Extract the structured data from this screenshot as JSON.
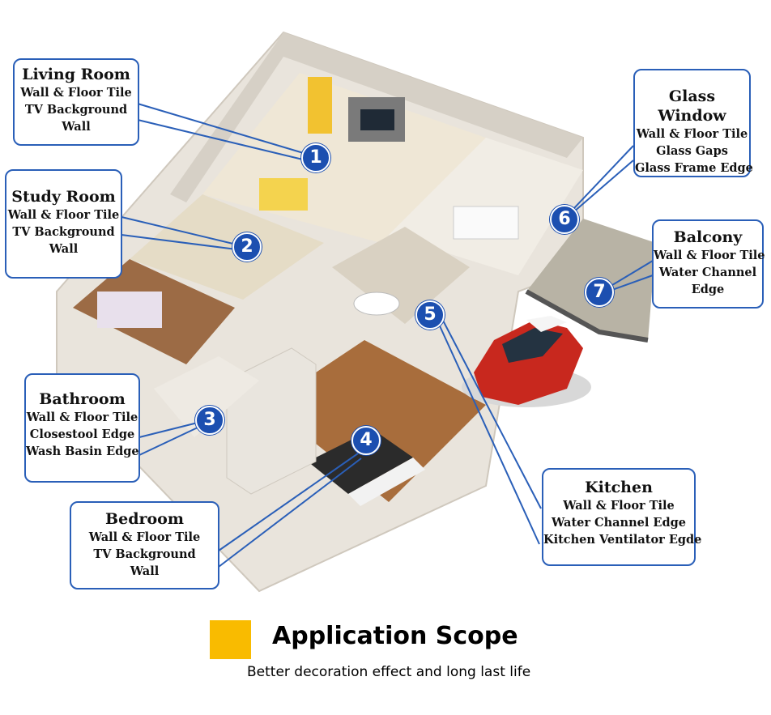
{
  "callouts": [
    {
      "marker": "1",
      "title": "Living Room",
      "lines": [
        "Wall & Floor Tile",
        "TV Background",
        "Wall"
      ]
    },
    {
      "marker": "2",
      "title": "Study Room",
      "lines": [
        "Wall & Floor Tile",
        "TV Background",
        "Wall"
      ]
    },
    {
      "marker": "3",
      "title": "Bathroom",
      "lines": [
        "Wall & Floor Tile",
        "Closestool Edge",
        "Wash Basin Edge"
      ]
    },
    {
      "marker": "4",
      "title": "Bedroom",
      "lines": [
        "Wall & Floor Tile",
        "TV Background",
        "Wall"
      ]
    },
    {
      "marker": "5",
      "title": "Kitchen",
      "lines": [
        "Wall & Floor Tile",
        "Water Channel  Edge",
        "Kitchen Ventilator Egde"
      ]
    },
    {
      "marker": "6",
      "title": "Glass Window",
      "lines": [
        "Wall & Floor Tile",
        "Glass Gaps",
        "Glass Frame Edge"
      ]
    },
    {
      "marker": "7",
      "title": "Balcony",
      "lines": [
        "Wall & Floor Tile",
        "Water Channel",
        "Edge"
      ]
    }
  ],
  "footer": {
    "title": "Application Scope",
    "subtitle": "Better decoration effect and long last life"
  },
  "colors": {
    "callout_border": "#2a5fb8",
    "marker_fill": "#1c4fb0",
    "swatch": "#f9bb00"
  }
}
